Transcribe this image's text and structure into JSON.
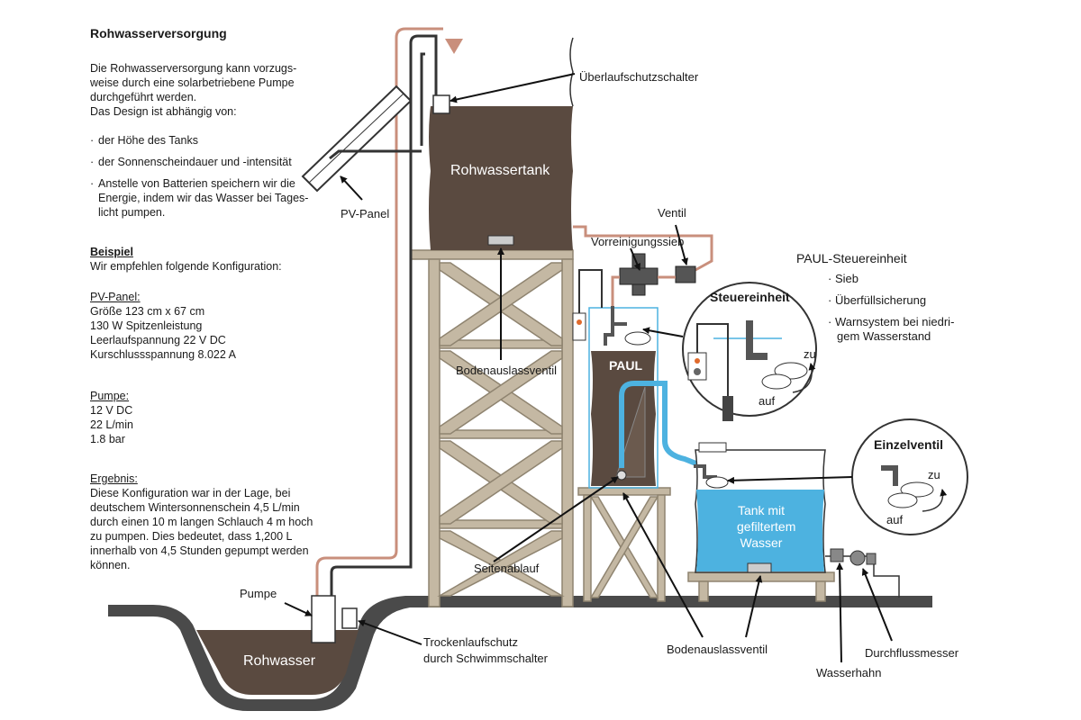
{
  "left_panel": {
    "title": "Rohwasserversorgung",
    "intro": [
      "Die Rohwasserversorgung kann vorzugs-",
      "weise durch eine solarbetriebene Pumpe",
      "durchgeführt werden.",
      "Das Design ist abhängig von:"
    ],
    "bullets": [
      [
        "der Höhe des Tanks"
      ],
      [
        "der Sonnenscheindauer und  -intensität"
      ],
      [
        "Anstelle von Batterien speichern wir die",
        "Energie, indem wir das Wasser bei Tages-",
        "licht pumpen."
      ]
    ],
    "example_heading": "Beispiel",
    "example_intro": "Wir empfehlen folgende Konfiguration:",
    "pv_heading": "PV-Panel:",
    "pv_lines": [
      "Größe 123 cm x 67 cm",
      "130 W Spitzenleistung",
      "Leerlaufspannung 22 V DC",
      "Kurschlussspannung 8.022 A"
    ],
    "pump_heading": "Pumpe:",
    "pump_lines": [
      "12 V DC",
      "22 L/min",
      "1.8 bar"
    ],
    "result_heading": "Ergebnis:",
    "result_lines": [
      "Diese Konfiguration war in der Lage, bei",
      "deutschem Wintersonnenschein 4,5 L/min",
      "durch einen 10 m langen Schlauch 4 m hoch",
      "zu pumpen. Dies bedeutet, dass 1,200 L",
      "innerhalb von 4,5 Stunden gepumpt werden",
      "können."
    ]
  },
  "labels": {
    "overflow_switch": "Überlaufschutzschalter",
    "raw_tank": "Rohwassertank",
    "pv_panel": "PV-Panel",
    "valve": "Ventil",
    "prefilter": "Vorreinigungssieb",
    "bottom_valve_top": "Bodenauslassventil",
    "paul": "PAUL",
    "control_unit": "Steuereinheit",
    "zu": "zu",
    "auf": "auf",
    "single_valve": "Einzelventil",
    "filtered_tank": [
      "Tank mit",
      "gefiltertem",
      "Wasser"
    ],
    "side_drain": "Seitenablauf",
    "pump": "Pumpe",
    "raw_water": "Rohwasser",
    "dry_run": [
      "Trockenlaufschutz",
      "durch Schwimmschalter"
    ],
    "bottom_valve_bottom": "Bodenauslassventil",
    "flow_meter": "Durchflussmesser",
    "tap": "Wasserhahn"
  },
  "paul_unit": {
    "title": "PAUL-Steuereinheit",
    "features": [
      [
        "Sieb"
      ],
      [
        "Überfüllsicherung"
      ],
      [
        "Warnsystem bei niedri-",
        "gem Wasserstand"
      ]
    ]
  },
  "colors": {
    "brown_water": "#5a4a40",
    "filtered_water": "#4db2e0",
    "wood": "#c4b8a3",
    "copper_pipe": "#c98f7c",
    "ground": "#3a3a3a"
  }
}
